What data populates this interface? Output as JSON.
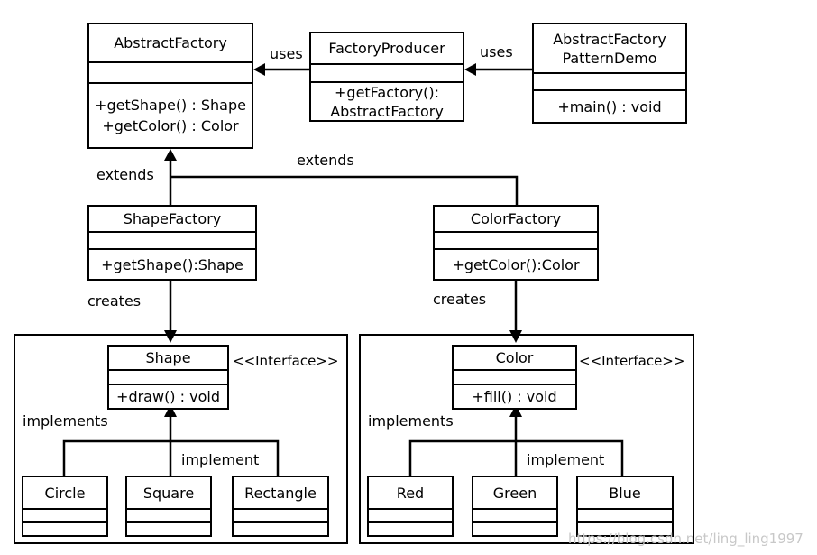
{
  "classes": {
    "abstract_factory": {
      "name": "AbstractFactory",
      "ops": [
        "+getShape() : Shape",
        "+getColor() : Color"
      ]
    },
    "factory_producer": {
      "name": "FactoryProducer",
      "ops": [
        "+getFactory():",
        "AbstractFactory"
      ]
    },
    "demo": {
      "name_line1": "AbstractFactory",
      "name_line2": "PatternDemo",
      "ops": [
        "+main() : void"
      ]
    },
    "shape_factory": {
      "name": "ShapeFactory",
      "ops": [
        "+getShape():Shape"
      ]
    },
    "color_factory": {
      "name": "ColorFactory",
      "ops": [
        "+getColor():Color"
      ]
    },
    "shape": {
      "name": "Shape",
      "ops": [
        "+draw() : void"
      ],
      "stereotype": "<<Interface>>"
    },
    "color": {
      "name": "Color",
      "ops": [
        "+fill() : void"
      ],
      "stereotype": "<<Interface>>"
    },
    "circle": {
      "name": "Circle"
    },
    "square": {
      "name": "Square"
    },
    "rectangle": {
      "name": "Rectangle"
    },
    "red": {
      "name": "Red"
    },
    "green": {
      "name": "Green"
    },
    "blue": {
      "name": "Blue"
    }
  },
  "relations": {
    "uses_producer": "uses",
    "uses_demo": "uses",
    "extends_shape_factory": "extends",
    "extends_color_factory": "extends",
    "creates_shape": "creates",
    "creates_color": "creates",
    "implements_shapes": "implements",
    "implement_shapes": "implement",
    "implements_colors": "implements",
    "implement_colors": "implement"
  },
  "watermark": "https://blog.csdn.net/ling_ling1997"
}
